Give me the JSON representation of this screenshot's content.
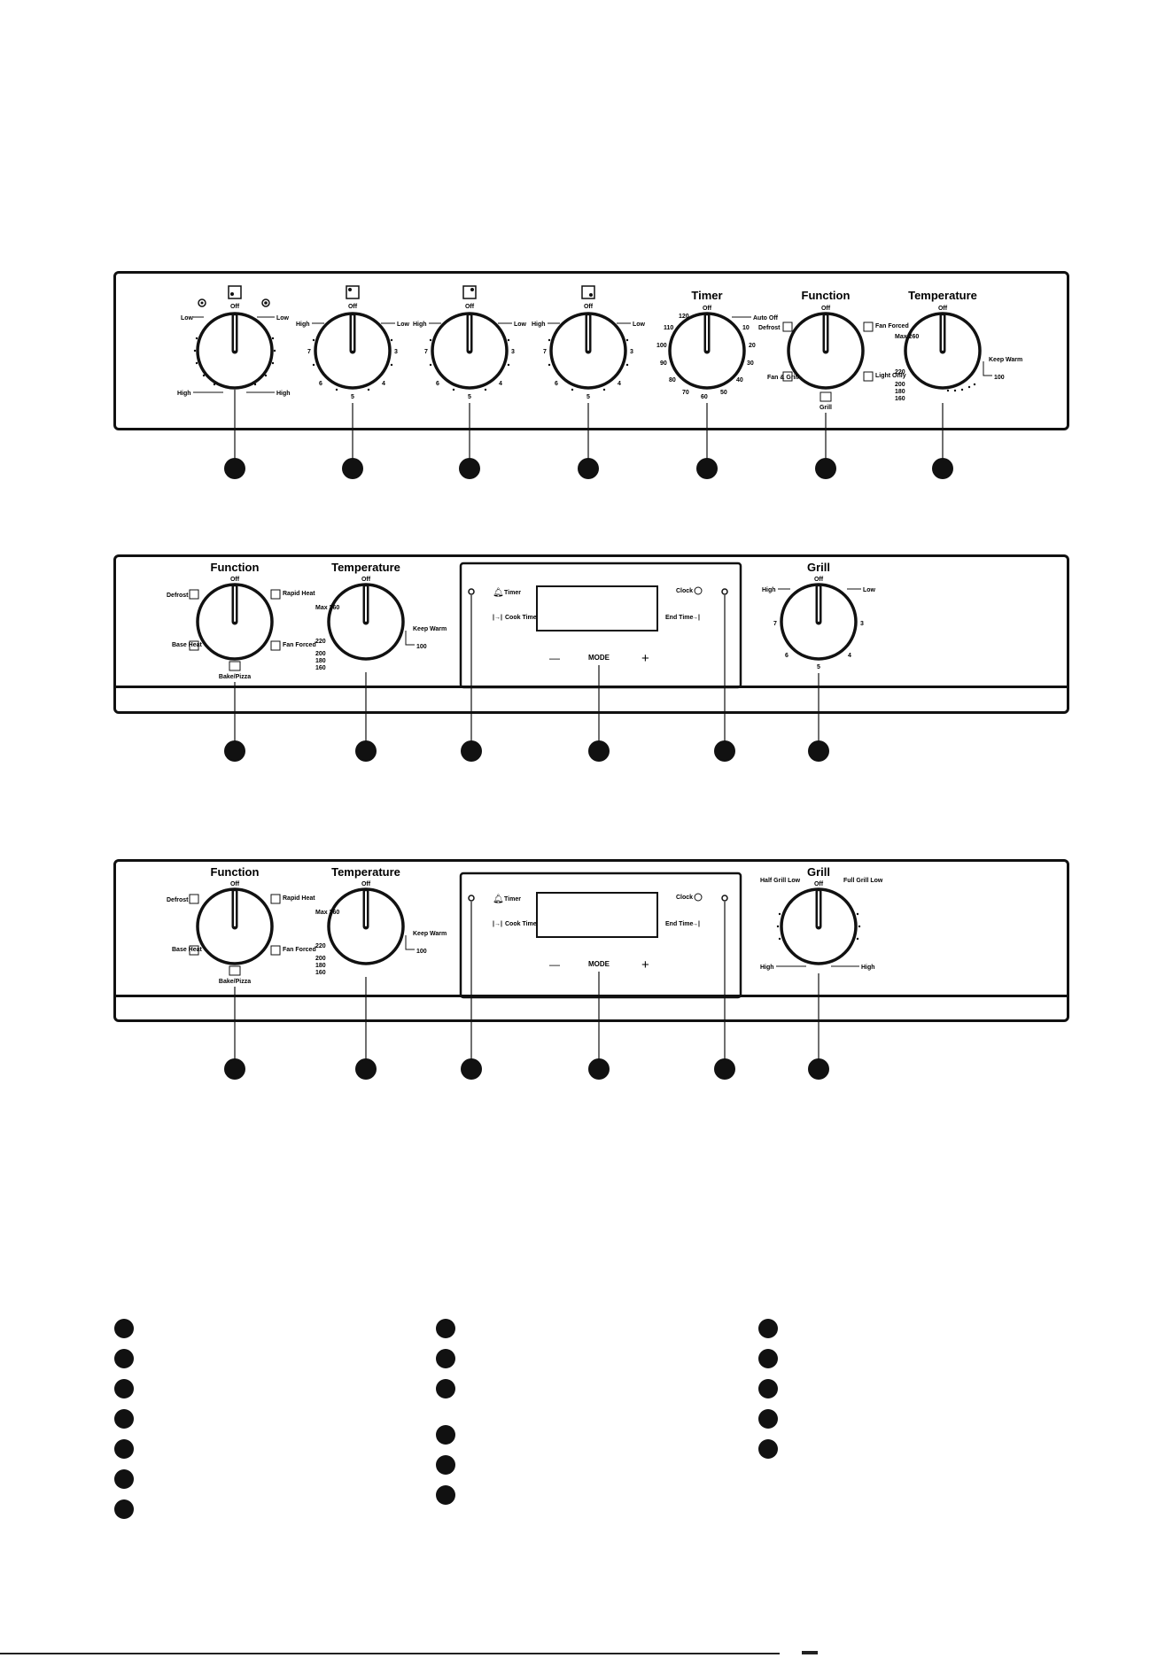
{
  "panel1": {
    "knobs": [
      {
        "id": "dual-hotplate",
        "title": "",
        "top_label": "Off",
        "left_top": "Low",
        "right_top": "Low",
        "left_bottom": "High",
        "right_bottom": "High",
        "icons": [
          "double-ring-icon",
          "hotplate-position-icon",
          "single-ring-icon"
        ]
      },
      {
        "id": "hotplate-2",
        "title": "",
        "top_label": "Off",
        "left": "High",
        "right": "Low",
        "ticks": [
          "7",
          "6",
          "5",
          "4",
          "3"
        ]
      },
      {
        "id": "hotplate-3",
        "title": "",
        "top_label": "Off",
        "left": "High",
        "right": "Low",
        "ticks": [
          "7",
          "6",
          "5",
          "4",
          "3"
        ]
      },
      {
        "id": "hotplate-4",
        "title": "",
        "top_label": "Off",
        "left": "High",
        "right": "Low",
        "ticks": [
          "7",
          "6",
          "5",
          "4",
          "3"
        ]
      },
      {
        "id": "timer",
        "title": "Timer",
        "top_label": "Off",
        "right": "Auto Off",
        "ticks": [
          "120",
          "110",
          "100",
          "90",
          "80",
          "70",
          "60",
          "50",
          "40",
          "30",
          "20",
          "10"
        ]
      },
      {
        "id": "function",
        "title": "Function",
        "top_label": "Off",
        "labels": [
          "Defrost",
          "Fan Forced",
          "Fan & Grill",
          "Light Only",
          "Grill"
        ]
      },
      {
        "id": "temperature",
        "title": "Temperature",
        "top_label": "Off",
        "labels": [
          "Max 260",
          "220",
          "200",
          "180",
          "160",
          "Keep Warm",
          "100"
        ]
      }
    ]
  },
  "panel2": {
    "function_knob": {
      "title": "Function",
      "top_label": "Off",
      "labels": [
        "Defrost",
        "Rapid Heat",
        "Base Heat",
        "Fan Forced",
        "Bake/Pizza"
      ]
    },
    "temperature_knob": {
      "title": "Temperature",
      "top_label": "Off",
      "labels": [
        "Max 260",
        "220",
        "200",
        "180",
        "160",
        "Keep Warm",
        "100"
      ]
    },
    "display": {
      "timer": "Timer",
      "cook_time": "Cook Time",
      "clock": "Clock",
      "end_time": "End Time",
      "minus": "—",
      "mode": "MODE",
      "plus": "+"
    },
    "grill_knob": {
      "title": "Grill",
      "top_label": "Off",
      "left": "High",
      "right": "Low",
      "ticks": [
        "7",
        "6",
        "5",
        "4",
        "3"
      ]
    }
  },
  "panel3": {
    "function_knob": {
      "title": "Function",
      "top_label": "Off",
      "labels": [
        "Defrost",
        "Rapid Heat",
        "Base Heat",
        "Fan Forced",
        "Bake/Pizza"
      ]
    },
    "temperature_knob": {
      "title": "Temperature",
      "top_label": "Off",
      "labels": [
        "Max 260",
        "220",
        "200",
        "180",
        "160",
        "Keep Warm",
        "100"
      ]
    },
    "display": {
      "timer": "Timer",
      "cook_time": "Cook Time",
      "clock": "Clock",
      "end_time": "End Time",
      "minus": "—",
      "mode": "MODE",
      "plus": "+"
    },
    "grill_knob": {
      "title": "Grill",
      "top_label": "Off",
      "left_top": "Half Grill Low",
      "right_top": "Full Grill Low",
      "left_bottom": "High",
      "right_bottom": "High"
    }
  },
  "colors": {
    "ink": "#111111",
    "background": "#ffffff"
  }
}
